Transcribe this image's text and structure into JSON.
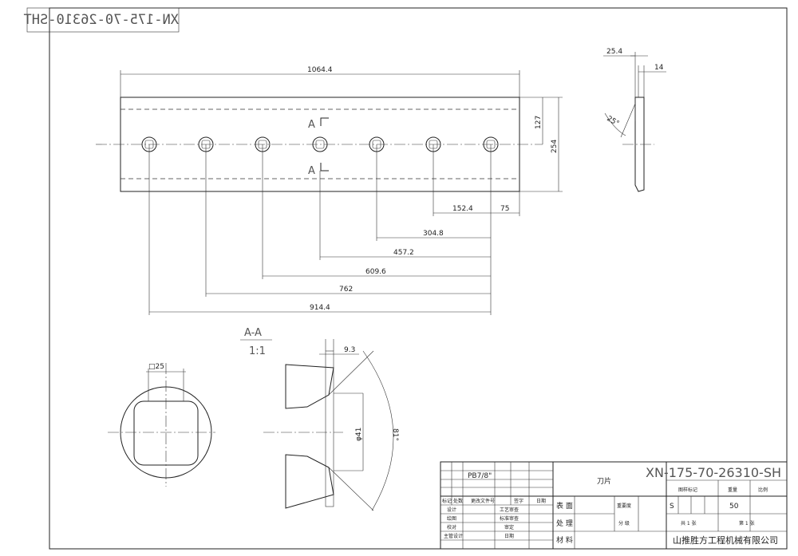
{
  "drawing": {
    "corner_code": "XN-175-70-26310-SHT",
    "main_view": {
      "overall_length": "1064.4",
      "hole_spacing_dims": [
        "152.4",
        "304.8",
        "457.2",
        "609.6",
        "762",
        "914.4"
      ],
      "end_offset": "75",
      "inner_height": "127",
      "overall_height": "254",
      "section_mark": "A"
    },
    "side_view": {
      "thickness": "25.4",
      "edge_thickness": "14",
      "bevel_angle": "25°"
    },
    "section": {
      "title": "A-A",
      "scale": "1:1",
      "square_size": "□25",
      "counterbore": "9.3",
      "hole_diameter": "φ41",
      "countersink_angle": "81°"
    }
  },
  "title_block": {
    "spec": "PB7/8\"",
    "part_name": "刀片",
    "drawing_number": "XN-175-70-26310-SH",
    "headers": [
      "标记",
      "处数",
      "更改文件号",
      "签字",
      "日期"
    ],
    "roles": [
      "设计",
      "绘图",
      "校对",
      "主管设计"
    ],
    "roles_right": [
      "工艺审查",
      "标准审查",
      "审定",
      "日期"
    ],
    "surface_label_1": "表 面",
    "surface_label_2": "处 理",
    "material_label": "材 料",
    "importance_label": "重要度",
    "grade_label": "分 级",
    "stage_label": "图样标记",
    "weight_label": "重量",
    "scale_label": "比例",
    "stage_value": "S",
    "weight_value": "50",
    "sheets_total": "共 1 张",
    "sheet_no": "第 1 张",
    "company": "山推胜方工程机械有限公司"
  }
}
